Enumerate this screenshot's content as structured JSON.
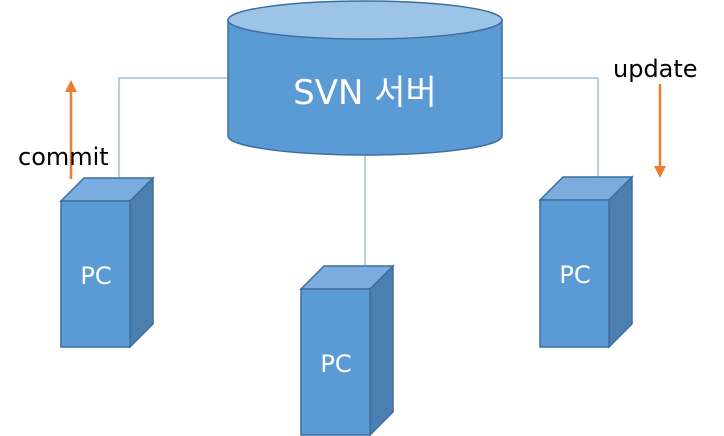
{
  "diagram": {
    "server_label": "SVN 서버",
    "pcs": [
      {
        "label": "PC"
      },
      {
        "label": "PC"
      },
      {
        "label": "PC"
      }
    ],
    "commit_label": "commit",
    "update_label": "update"
  },
  "colors": {
    "box_front": "#5b9bd5",
    "box_side": "#4a7fb0",
    "box_top": "#7aacdf",
    "box_stroke": "#3c6e9e",
    "cylinder_top": "#9dc3e6",
    "connector": "#6fa3c8",
    "arrow": "#ed7d31"
  }
}
